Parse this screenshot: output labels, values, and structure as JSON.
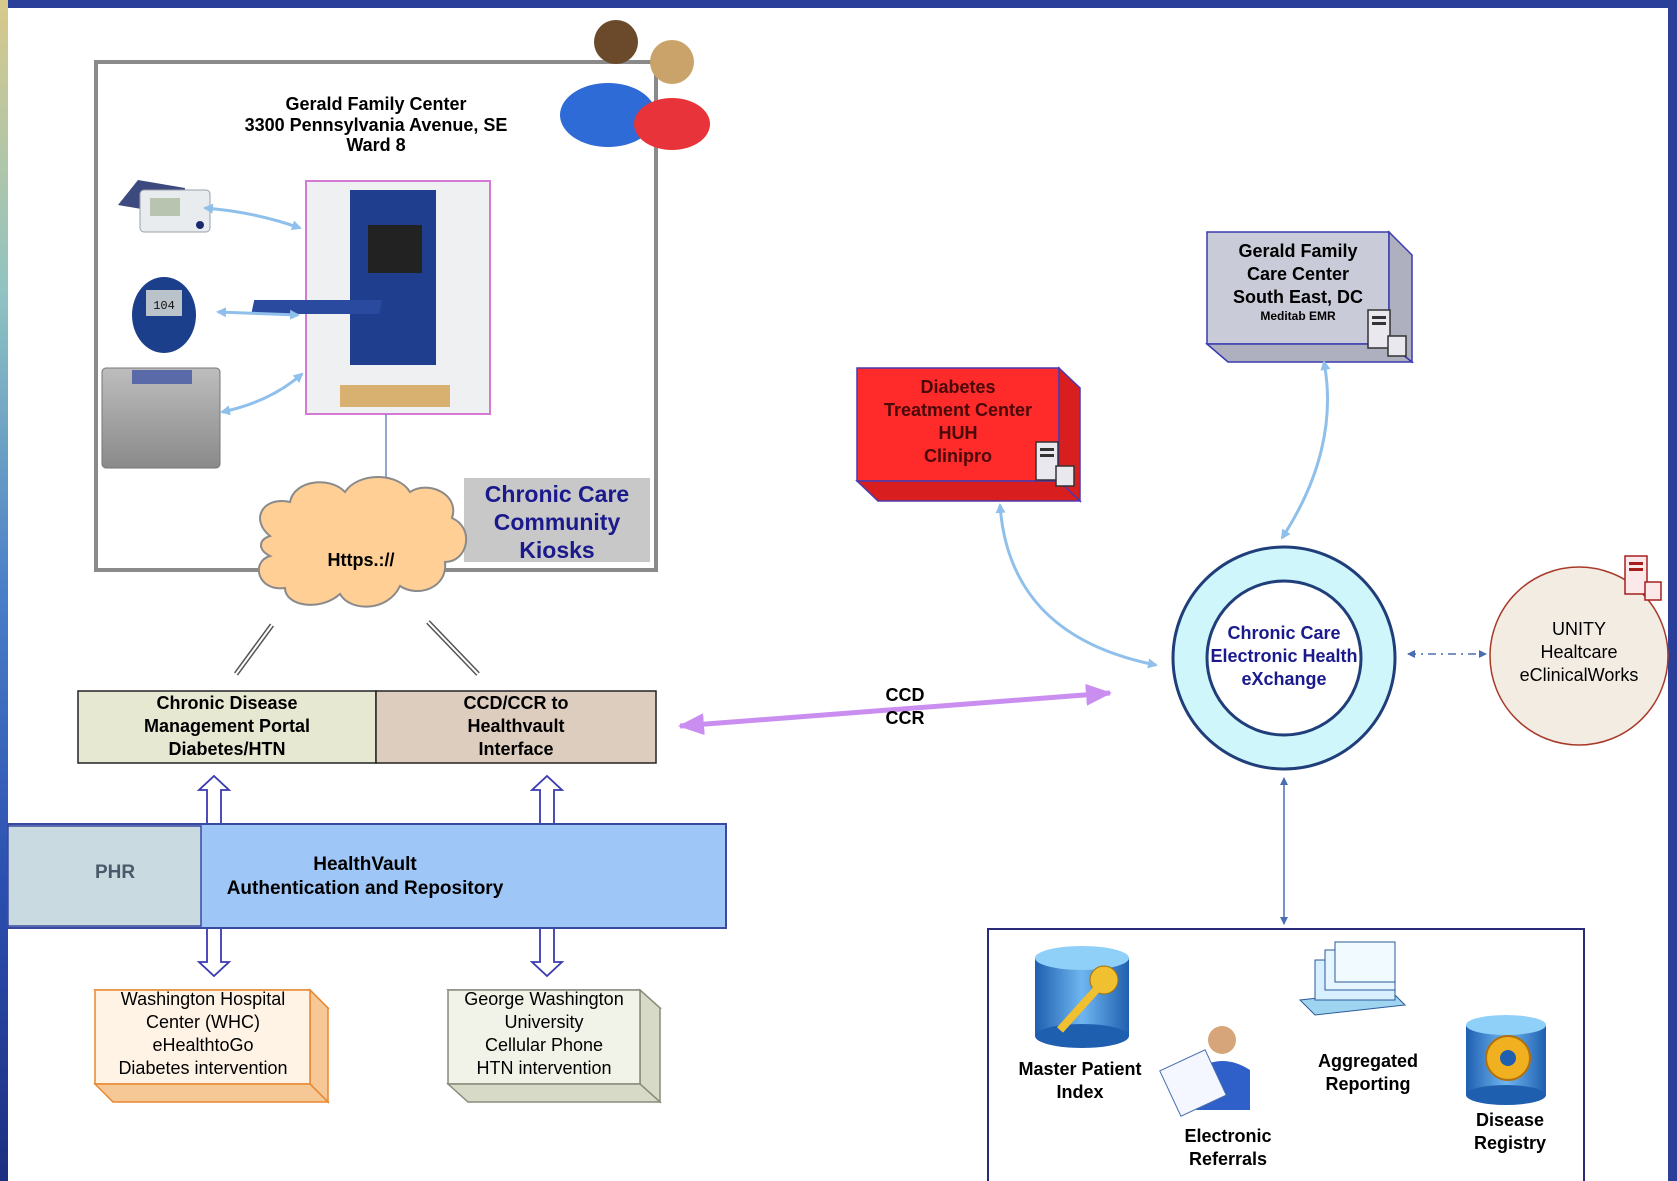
{
  "kiosk_site": {
    "name": "Gerald Family Center",
    "address": "3300 Pennsylvania Avenue, SE",
    "ward": "Ward 8"
  },
  "kiosk_badge": [
    "Chronic Care",
    "Community",
    "Kiosks"
  ],
  "cloud_label": "Https.://",
  "portal_box": [
    "Chronic Disease",
    "Management Portal",
    "Diabetes/HTN"
  ],
  "interface_box": [
    "CCD/CCR to",
    "Healthvault",
    "Interface"
  ],
  "ccd_label": [
    "CCD",
    "CCR"
  ],
  "phr_label": "PHR",
  "healthvault": [
    "HealthVault",
    "Authentication and Repository"
  ],
  "whc_box": [
    "Washington Hospital",
    "Center (WHC)",
    "eHealthtoGo",
    "Diabetes intervention"
  ],
  "gwu_box": [
    "George Washington",
    "University",
    "Cellular Phone",
    "HTN intervention"
  ],
  "diabetes_center": [
    "Diabetes",
    "Treatment Center",
    "HUH",
    "Clinipro"
  ],
  "gerald_care": [
    "Gerald Family",
    "Care Center",
    "South East, DC"
  ],
  "gerald_care_sub": "Meditab EMR",
  "hub": [
    "Chronic Care",
    "Electronic Health",
    "eXchange"
  ],
  "unity": [
    "UNITY",
    "Healtcare",
    "eClinicalWorks"
  ],
  "services": {
    "mpi": [
      "Master Patient",
      "Index"
    ],
    "referrals": [
      "Electronic",
      "Referrals"
    ],
    "reporting": [
      "Aggregated",
      "Reporting"
    ],
    "registry": [
      "Disease",
      "Registry"
    ]
  },
  "icons": {
    "users": "users-icon",
    "bp_monitor": "blood-pressure-monitor-icon",
    "glucometer": "glucometer-icon",
    "scale": "weighing-scale-icon",
    "kiosk": "kiosk-terminal-icon",
    "server": "server-icon",
    "database_key": "database-key-icon",
    "doctor_clipboard": "doctor-clipboard-icon",
    "file_cabinet": "file-cabinet-icon",
    "database_gear": "database-gear-icon"
  },
  "colors": {
    "hub_ring": "#cff7fb",
    "diabetes_fill": "#ff2a2a",
    "gerald_fill": "#c9cbd8",
    "healthvault_fill": "#9ec7f7",
    "phr_fill": "#c9dbe0",
    "portal_fill": "#e6e8d2",
    "interface_fill": "#ddcdbf",
    "unity_fill": "#f3ece2",
    "cloud_fill": "#ffcf95",
    "ccd_arrow": "#c98ef0"
  }
}
